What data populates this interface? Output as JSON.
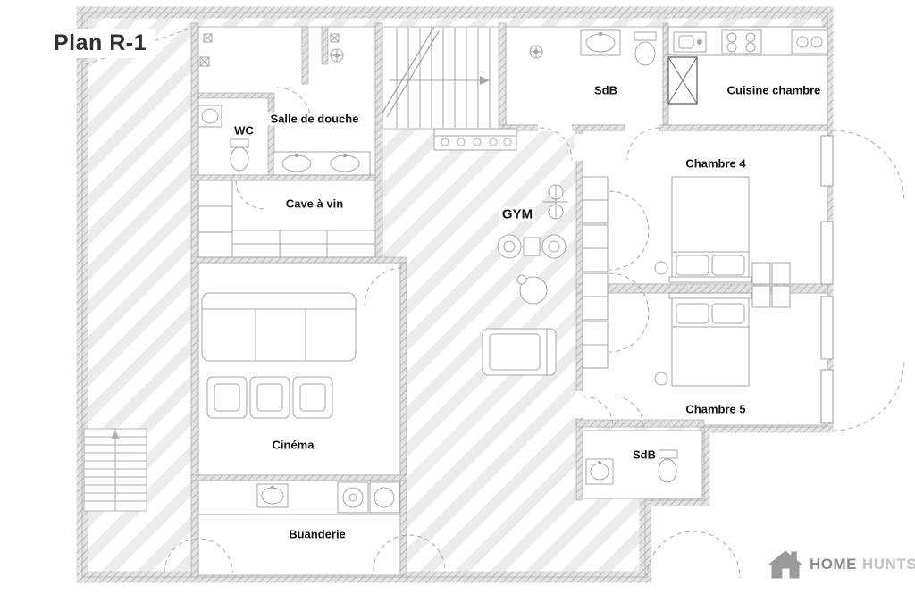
{
  "page": {
    "title": "Plan R-1",
    "background": "#ffffff"
  },
  "plan": {
    "rooms": [
      {
        "id": "salle-de-douche",
        "label": "Salle de douche"
      },
      {
        "id": "wc",
        "label": "WC"
      },
      {
        "id": "sdb-haut",
        "label": "SdB"
      },
      {
        "id": "cuisine-chambre",
        "label": "Cuisine chambre"
      },
      {
        "id": "chambre-4",
        "label": "Chambre 4"
      },
      {
        "id": "cave-a-vin",
        "label": "Cave à vin"
      },
      {
        "id": "gym",
        "label": "GYM"
      },
      {
        "id": "chambre-5",
        "label": "Chambre 5"
      },
      {
        "id": "sdb-bas",
        "label": "SdB"
      },
      {
        "id": "cinema",
        "label": "Cinéma"
      },
      {
        "id": "buanderie",
        "label": "Buanderie"
      }
    ]
  },
  "logo": {
    "icon": "house-icon",
    "text_primary": "HOME",
    "text_secondary": "HUNTS"
  },
  "colors": {
    "label_text": "#141414",
    "wall_hatch_line": "#a6a6a6",
    "wall_fill": "#e3e3e3",
    "background_stripe": "#ececec",
    "furniture_line": "#a6a6a6",
    "logo_primary": "#8c8c8c",
    "logo_secondary": "#c2c2c2"
  }
}
